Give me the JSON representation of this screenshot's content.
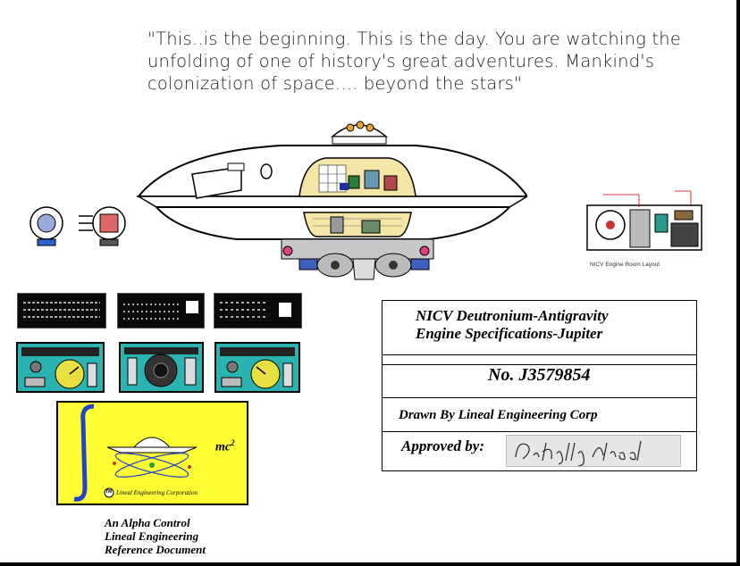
{
  "quote": {
    "line1": "\"This..is the beginning. This is the day. You are watching the",
    "line2": "unfolding of one of history's great adventures. Mankind's",
    "line3": "colonization of space.... beyond the stars\""
  },
  "spec": {
    "title_line1": "NICV Deutronium-Antigravity",
    "title_line2": "Engine Specifications-Jupiter",
    "number": "No. J3579854",
    "drawn_by": "Drawn By Lineal Engineering Corp",
    "approved_label": "Approved by:"
  },
  "engine_room_caption": "NICV Engine Room Layout",
  "logo": {
    "formula_base": "mc",
    "formula_exponent": "2",
    "tm": "TM",
    "company": "Lineal Engineering Corporation"
  },
  "reference": {
    "line1": "An Alpha Control",
    "line2": "Lineal Engineering",
    "line3": "Reference Document"
  },
  "colors": {
    "logo_bg": "#ffff33",
    "panel_teal": "#2ab3b0",
    "panel_black": "#0a0a0a"
  }
}
